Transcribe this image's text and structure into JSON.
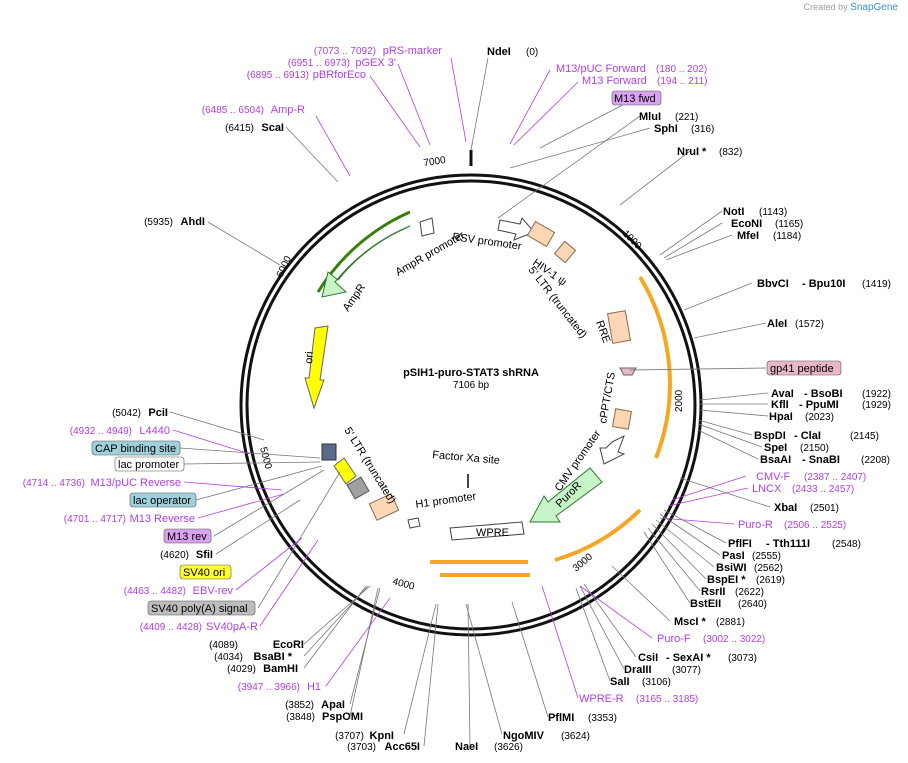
{
  "credit": {
    "prefix": "Created by",
    "brand": "SnapGene"
  },
  "plasmid": {
    "name": "pSIH1-puro-STAT3 shRNA",
    "length": "7106 bp"
  },
  "ticks": [
    "1000",
    "2000",
    "3000",
    "4000",
    "5000",
    "6000",
    "7000"
  ],
  "sites": [
    {
      "name": "NdeI",
      "pos": "(0)"
    },
    {
      "name": "MluI",
      "pos": "(221)"
    },
    {
      "name": "SphI",
      "pos": "(316)"
    },
    {
      "name": "NruI *",
      "pos": "(832)"
    },
    {
      "name": "NotI",
      "pos": "(1143)"
    },
    {
      "name": "EcoNI",
      "pos": "(1165)"
    },
    {
      "name": "MfeI",
      "pos": "(1184)"
    },
    {
      "name": "BbvCI",
      "name2": "- Bpu10I",
      "pos": "(1419)"
    },
    {
      "name": "AleI",
      "pos": "(1572)"
    },
    {
      "name": "AvaI",
      "name2": "- BsoBI",
      "pos": "(1922)"
    },
    {
      "name": "KflI",
      "name2": "- PpuMI",
      "pos": "(1929)"
    },
    {
      "name": "HpaI",
      "pos": "(2023)"
    },
    {
      "name": "BspDI",
      "name2": "- ClaI",
      "pos": "(2145)"
    },
    {
      "name": "SpeI",
      "pos": "(2150)"
    },
    {
      "name": "BsaAI",
      "name2": "- SnaBI",
      "pos": "(2208)"
    },
    {
      "name": "XbaI",
      "pos": "(2501)"
    },
    {
      "name": "PflFI",
      "name2": "- Tth111I",
      "pos": "(2548)"
    },
    {
      "name": "PasI",
      "pos": "(2555)"
    },
    {
      "name": "BsiWI",
      "pos": "(2562)"
    },
    {
      "name": "BspEI *",
      "pos": "(2619)"
    },
    {
      "name": "RsrII",
      "pos": "(2622)"
    },
    {
      "name": "BstEII",
      "pos": "(2640)"
    },
    {
      "name": "MscI *",
      "pos": "(2881)"
    },
    {
      "name": "CsiI",
      "name2": "- SexAI *",
      "pos": "(3073)"
    },
    {
      "name": "DraIII",
      "pos": "(3077)"
    },
    {
      "name": "SalI",
      "pos": "(3106)"
    },
    {
      "name": "PflMI",
      "pos": "(3353)"
    },
    {
      "name": "NgoMIV",
      "pos": "(3624)"
    },
    {
      "name": "NaeI",
      "pos": "(3626)"
    },
    {
      "name": "KpnI",
      "pos": "(3707)"
    },
    {
      "name": "Acc65I",
      "pos": "(3703)"
    },
    {
      "name": "ApaI",
      "pos": "(3852)"
    },
    {
      "name": "PspOMI",
      "pos": "(3848)"
    },
    {
      "name": "EcoRI",
      "pos": "(4089)"
    },
    {
      "name": "BsaBI *",
      "pos": "(4034)"
    },
    {
      "name": "BamHI",
      "pos": "(4029)"
    },
    {
      "name": "SfiI",
      "pos": "(4620)"
    },
    {
      "name": "PciI",
      "pos": "(5042)"
    },
    {
      "name": "AhdI",
      "pos": "(5935)"
    },
    {
      "name": "ScaI",
      "pos": "(6415)"
    }
  ],
  "primers": [
    {
      "name": "pRS-marker",
      "range": "(7073 .. 7092)"
    },
    {
      "name": "pGEX 3'",
      "range": "(6951 .. 6973)"
    },
    {
      "name": "pBRforEco",
      "range": "(6895 .. 6913)"
    },
    {
      "name": "Amp-R",
      "range": "(6485 .. 6504)"
    },
    {
      "name": "M13/pUC Forward",
      "range": "(180 .. 202)"
    },
    {
      "name": "M13 Forward",
      "range": "(194 .. 211)"
    },
    {
      "name": "L4440",
      "range": "(4932 .. 4949)"
    },
    {
      "name": "M13/pUC Reverse",
      "range": "(4714 .. 4736)"
    },
    {
      "name": "M13 Reverse",
      "range": "(4701 .. 4717)"
    },
    {
      "name": "EBV-rev",
      "range": "(4463 .. 4482)"
    },
    {
      "name": "SV40pA-R",
      "range": "(4409 .. 4428)"
    },
    {
      "name": "H1",
      "range": "(3947 .. 3966)"
    },
    {
      "name": "CMV-F",
      "range": "(2387 .. 2407)"
    },
    {
      "name": "LNCX",
      "range": "(2433 .. 2457)"
    },
    {
      "name": "Puro-R",
      "range": "(2506 .. 2525)"
    },
    {
      "name": "Puro-F",
      "range": "(3002 .. 3022)"
    },
    {
      "name": "WPRE-R",
      "range": "(3165 .. 3185)"
    }
  ],
  "boxed": [
    {
      "label": "M13 fwd",
      "color": "#d9a3f0"
    },
    {
      "label": "gp41 peptide",
      "color": "#e8b8c8"
    },
    {
      "label": "CAP binding site",
      "color": "#9fd0dc"
    },
    {
      "label": "lac promoter",
      "color": "#ffffff"
    },
    {
      "label": "lac operator",
      "color": "#9fd0dc"
    },
    {
      "label": "M13 rev",
      "color": "#d9a3f0"
    },
    {
      "label": "SV40 ori",
      "color": "#ffff33"
    },
    {
      "label": "SV40 poly(A) signal",
      "color": "#bdbdbd"
    }
  ],
  "features": {
    "rsv": "RSV promoter",
    "hiv1": "HIV-1 ψ",
    "ltr5": "5' LTR (truncated)",
    "rre": "RRE",
    "cppt": "cPPT/CTS",
    "cmv": "CMV promoter",
    "puror": "PuroR",
    "wpre": "WPRE",
    "h1": "H1 promoter",
    "factorxa": "Factor Xa site",
    "ltr3": "5' LTR (truncated)",
    "ori": "ori",
    "ampr": "AmpR",
    "amprp": "AmpR promoter"
  },
  "colors": {
    "ampr": "#c8f5c8",
    "ori": "#ffff00",
    "puror": "#c8f5c8",
    "ltr": "#fcd7b6",
    "orf": "#f5a623",
    "primer": "#b040e0"
  }
}
